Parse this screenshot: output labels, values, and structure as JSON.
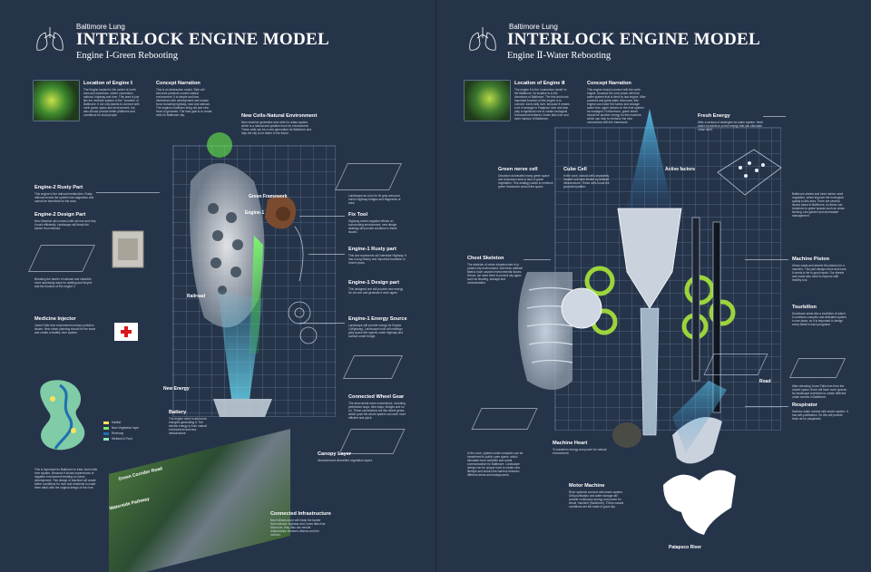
{
  "panels": [
    {
      "brand": "Baltimore Lung",
      "title": "INTERLOCK ENGINE MODEL",
      "subtitle": "Engine Ⅰ-Green Rebooting",
      "location_heading": "Location of Engine Ⅰ",
      "location_text": "The Engine located in the center of north area and downtown, where connection railroad, highway and river. This area is just like the ventricle system of the \"chamber of Baltimore. It not only stands to connect with north green space and environment, but also should provide better platforms and conditions for local people.",
      "concept_heading": "Concept Narration",
      "concept_text": "This is an abstraction model. Side cell structure presents current natural environment. It is simple and less intertwined with development and human force including highway, road and railroad. The original conditions bring old and new force to generate. The final goal is to create cells for Baltimore city.",
      "labels": [
        {
          "id": "new-cells",
          "heading": "New Cells-Natural Environment",
          "text": "New machine generates new cells for urban system, which is a natural and positive force for environment. These cells can be a new generation for Baltimore and help the city to be better in the future."
        },
        {
          "id": "green-framework",
          "heading": "Green Framework"
        },
        {
          "id": "engine-1",
          "heading": "Engine-1"
        },
        {
          "id": "engine-2-rusty",
          "heading": "Engine-2 Rusty Part",
          "text": "This engine is the railroad metabolizer. Rusty railroad means the system has stagnation and cannot be beneficial for the area."
        },
        {
          "id": "engine-2-design",
          "heading": "Engine-2 Design Part",
          "text": "New Machine will connect with old one and help it work efficiently. Landscape will break the barrier from railroad."
        },
        {
          "id": "landscape-note",
          "text": "Landscape as a tool to fix grey area and enrich highway bridges and fragments of area."
        },
        {
          "id": "fix-tool",
          "heading": "Fix Tool",
          "text": "Highway exerts negative effects on surrounding environment, new design strategy will provide solutions in these issues."
        },
        {
          "id": "breaking",
          "text": "Breaking the barrier of railroad and establish more accessing ways for walking and bicycle and the function of the engine 2."
        },
        {
          "id": "railroad",
          "heading": "Railroad"
        },
        {
          "id": "engine-1-rusty",
          "heading": "Engine-1 Rusty part",
          "text": "This one represents old Interstate Highway. It has a long history and important transition in recent years."
        },
        {
          "id": "engine-1-design",
          "heading": "Engine-1 Design part",
          "text": "This designed one will provide new energy for old one and generate it work again."
        },
        {
          "id": "medicine",
          "heading": "Medicine Injector",
          "text": "Jones Falls river environment serious pollution issues. New urban planning should fix the issue and create a healthy river system."
        },
        {
          "id": "energy-source",
          "heading": "Engine-1 Energy Source",
          "text": "Landscape will provide energy for Engine 1(Highway). Landscape tools will redesign grey space like spaces under highway and surface under bridge."
        },
        {
          "id": "new-energy",
          "heading": "New Energy"
        },
        {
          "id": "battery",
          "heading": "Battery",
          "text": "The engine need to add more energies generating it. The electric energy is from natural environment and new infrastructure."
        },
        {
          "id": "wheel-gear",
          "heading": "Connected Wheel Gear",
          "text": "The area needs more connections, including pedestrian ways, bike ways, bridges and so on. These connections are like wheel gears, which push the whole system can work more efficient and quick."
        },
        {
          "id": "canopy",
          "heading": "Canopy Layer",
          "text": "Abundant and diversified vegetation layers."
        },
        {
          "id": "green-corridor",
          "heading": "Green Corridor Road"
        },
        {
          "id": "waterside",
          "heading": "Waterside Pathway"
        },
        {
          "id": "connected-infra",
          "heading": "Connected Infrastructure",
          "text": "New infrastructure will break the barrier from railroad, highway and Jones falls river. Moreover, they also can rebuild relationships between citizens and the corridor."
        },
        {
          "id": "jones-falls",
          "text": "This is important for Baltimore to treat Jones falls river system. Because it shows experiences of negative environment treating on urban development. This design of machine will create better conditions for river and residents to make them stitch with the original design of the river."
        }
      ],
      "legend": [
        "Habitat",
        "New Vegetation layer",
        "Riverway",
        "Wetland & Pond"
      ]
    },
    {
      "brand": "Baltimore Lung",
      "title": "INTERLOCK ENGINE MODEL",
      "subtitle": "Engine Ⅱ-Water Rebooting",
      "location_heading": "Location of Engine Ⅱ",
      "location_text": "The engine Ⅱ is the 'connection model' in the Baltimore. Its location is in the downtown of Baltimore. The first and most important function of this engine is to connect Jones falls river, because it means a lot of sewage to Patapsco river and also play a significant role to create ecological environment between Jones falls river and inner harbour of Baltimore.",
      "concept_heading": "Concept Narration",
      "concept_text": "This engine should connect with the north engine, because the core power will from water system that is fixed by last engine. After powerful and great water resources, this engine can make the harbor and sewage water from upper stream on the river system be managed. Furthermore, green street should be another energy for this machine, which can help to reinforce the new connections with the framework.",
      "labels": [
        {
          "id": "fresh-energy",
          "heading": "Fresh Energy",
          "text": "After a serious of strategies for water system, fresh water connects to a new energy that can stimulate urban itself."
        },
        {
          "id": "active-factors",
          "heading": "Active factors"
        },
        {
          "id": "green-nerve",
          "heading": "Green nerve cell",
          "text": "Urbanism dominated many green space and downtown area is lack of green vegetation. This strategy wants to reinforce green framework around the space."
        },
        {
          "id": "cube-cell",
          "heading": "Cube Cell",
          "text": "In the zone, natural cells separately 'sealed' cell were limited by artificial infrastructure. These cells found the grounded pattern."
        },
        {
          "id": "active-note",
          "text": "Baltimore streets and inner harbor need regulation, which improve the ecological quality to this area. There are several issues about in Baltimore, so these can transform to green spaces such as urban farming, rain garden and stormwater management."
        },
        {
          "id": "chest",
          "heading": "Chest Skeleton",
          "text": "The skeleton of urban infrastructure is to protect city environment. But these artificial fabrics have caused environmental issues. Hence, we need them to protect city again such as flooding, sewage and contamination."
        },
        {
          "id": "piston",
          "heading": "Machine Piston",
          "text": "Urban roads and streets the pistons for a machine. This part always move and work. It needs to be in good repair. Our streets and roads also need to improve with healthy tool."
        },
        {
          "id": "tourbillon",
          "heading": "Tourbillon",
          "text": "Downtown areas like a tourbillon of watch. It combines complex and delicated system in one place, so it is important to design every detail in each programs."
        },
        {
          "id": "road",
          "heading": "Road"
        },
        {
          "id": "jones-note",
          "text": "After releasing Jones Falls river from the culvert space, there will have more spaces for landscape architects to create different urban scenes in Baltimore."
        },
        {
          "id": "heart-note",
          "text": "In the zone, system under computer can be transferred to public open space, which stimulate more activities and social communication for Baltimore. Landscape design can be unique tools to create new lifestyle and broken the barriers between different areas and backgrounds."
        },
        {
          "id": "machine-heart",
          "heading": "Machine Heart",
          "text": "To transform energy and power for natural environment."
        },
        {
          "id": "respirator",
          "heading": "Respirator",
          "text": "Harbour water contact with sewer system. It has self-purification. So this will provide fresh air for pergarator."
        },
        {
          "id": "motor",
          "heading": "Motor Machine",
          "text": "River systems connect with sewer system. Self-purification and water storage will provide continuous energy and power for whole 'machine' (Baltimore). These natural conditions are the basis of good city."
        },
        {
          "id": "patapsco",
          "heading": "Patapsco River"
        }
      ]
    }
  ],
  "colors": {
    "background": "#26344a",
    "accent_green": "#a8e63a",
    "accent_cyan": "#5fd6ff",
    "red_cross": "#d8161b"
  }
}
